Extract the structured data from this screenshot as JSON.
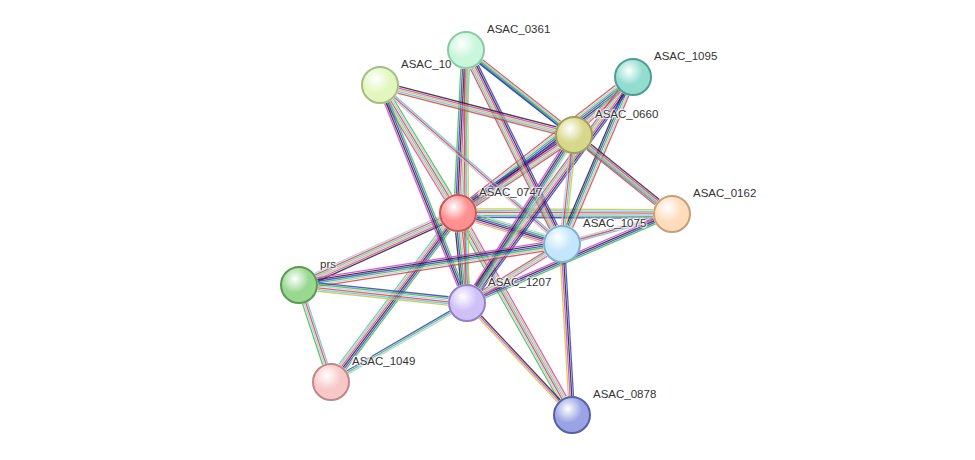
{
  "diagram": {
    "nodes": [
      {
        "text": [
          "ASAC_0361"
        ]
      },
      {
        "text": [
          "ASAC_10"
        ]
      },
      {
        "text": [
          "ASAC_1095"
        ]
      },
      {
        "text": [
          "ASAC_0660"
        ]
      },
      {
        "text": [
          "ASAC_0747"
        ]
      },
      {
        "text": [
          "ASAC_0162"
        ]
      },
      {
        "text": [
          "ASAC_1075"
        ]
      },
      {
        "text": [
          "prs"
        ]
      },
      {
        "text": [
          "ASAC_1207"
        ]
      },
      {
        "text": [
          "ASAC_1049"
        ]
      },
      {
        "text": [
          "ASAC_0878"
        ]
      }
    ],
    "edges": [
      {
        "from": 4,
        "to": 0,
        "arrow": "none"
      },
      {
        "from": 4,
        "to": 1,
        "arrow": "none"
      },
      {
        "from": 4,
        "to": 2,
        "arrow": "none"
      },
      {
        "from": 4,
        "to": 3,
        "arrow": "none"
      },
      {
        "from": 4,
        "to": 5,
        "arrow": "none"
      },
      {
        "from": 4,
        "to": 6,
        "arrow": "none"
      },
      {
        "from": 4,
        "to": 7,
        "arrow": "none"
      },
      {
        "from": 4,
        "to": 8,
        "arrow": "none"
      },
      {
        "from": 4,
        "to": 9,
        "arrow": "none"
      },
      {
        "from": 4,
        "to": 10,
        "arrow": "none"
      },
      {
        "from": 0,
        "to": 3,
        "arrow": "none"
      },
      {
        "from": 0,
        "to": 6,
        "arrow": "none"
      },
      {
        "from": 0,
        "to": 8,
        "arrow": "none"
      },
      {
        "from": 0,
        "to": 5,
        "arrow": "none"
      },
      {
        "from": 1,
        "to": 3,
        "arrow": "none"
      },
      {
        "from": 1,
        "to": 6,
        "arrow": "none"
      },
      {
        "from": 1,
        "to": 8,
        "arrow": "none"
      },
      {
        "from": 2,
        "to": 3,
        "arrow": "none"
      },
      {
        "from": 2,
        "to": 6,
        "arrow": "none"
      },
      {
        "from": 2,
        "to": 8,
        "arrow": "none"
      },
      {
        "from": 3,
        "to": 6,
        "arrow": "none"
      },
      {
        "from": 3,
        "to": 8,
        "arrow": "none"
      },
      {
        "from": 3,
        "to": 5,
        "arrow": "none"
      },
      {
        "from": 5,
        "to": 6,
        "arrow": "none"
      },
      {
        "from": 5,
        "to": 8,
        "arrow": "none"
      },
      {
        "from": 6,
        "to": 8,
        "arrow": "none"
      },
      {
        "from": 6,
        "to": 7,
        "arrow": "none"
      },
      {
        "from": 6,
        "to": 10,
        "arrow": "none"
      },
      {
        "from": 8,
        "to": 7,
        "arrow": "none"
      },
      {
        "from": 8,
        "to": 9,
        "arrow": "none"
      },
      {
        "from": 8,
        "to": 10,
        "arrow": "none"
      },
      {
        "from": 7,
        "to": 9,
        "arrow": "none"
      }
    ]
  }
}
